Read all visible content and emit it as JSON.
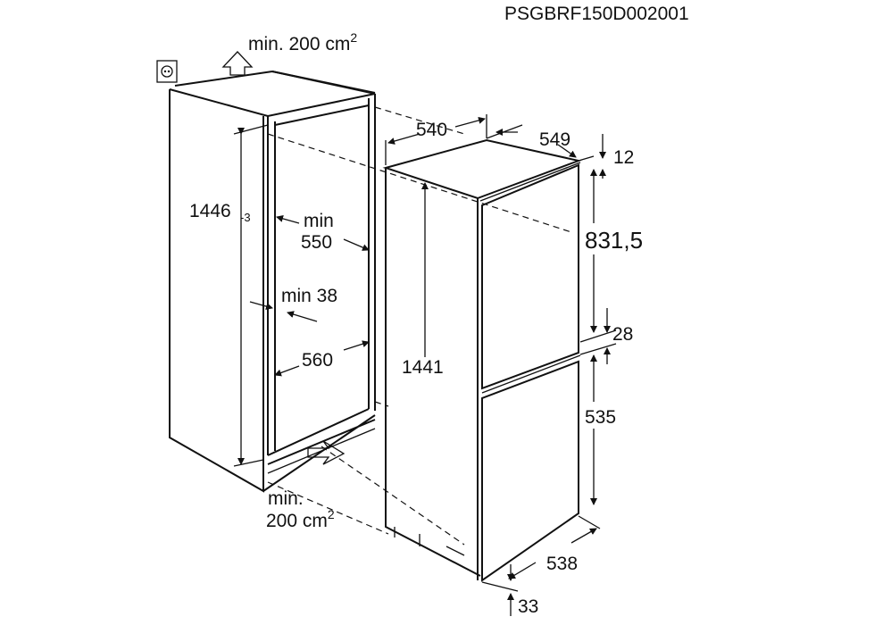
{
  "code": "PSGBRF150D002001",
  "niche": {
    "top_vent_label": "min. 200 cm",
    "top_vent_sup": "2",
    "height": "1446",
    "height_tol": "-3",
    "min_depth_label": "min",
    "min_depth": "550",
    "min_gap": "min 38",
    "width": "560",
    "bottom_vent_line1": "min.",
    "bottom_vent_line2": "200 cm",
    "bottom_vent_sup": "2"
  },
  "appliance": {
    "width": "540",
    "depth": "549",
    "top_gap": "12",
    "upper_door": "831,5",
    "door_gap": "28",
    "lower_door": "535",
    "height": "1441",
    "door_depth": "538",
    "bottom_gap": "33"
  }
}
